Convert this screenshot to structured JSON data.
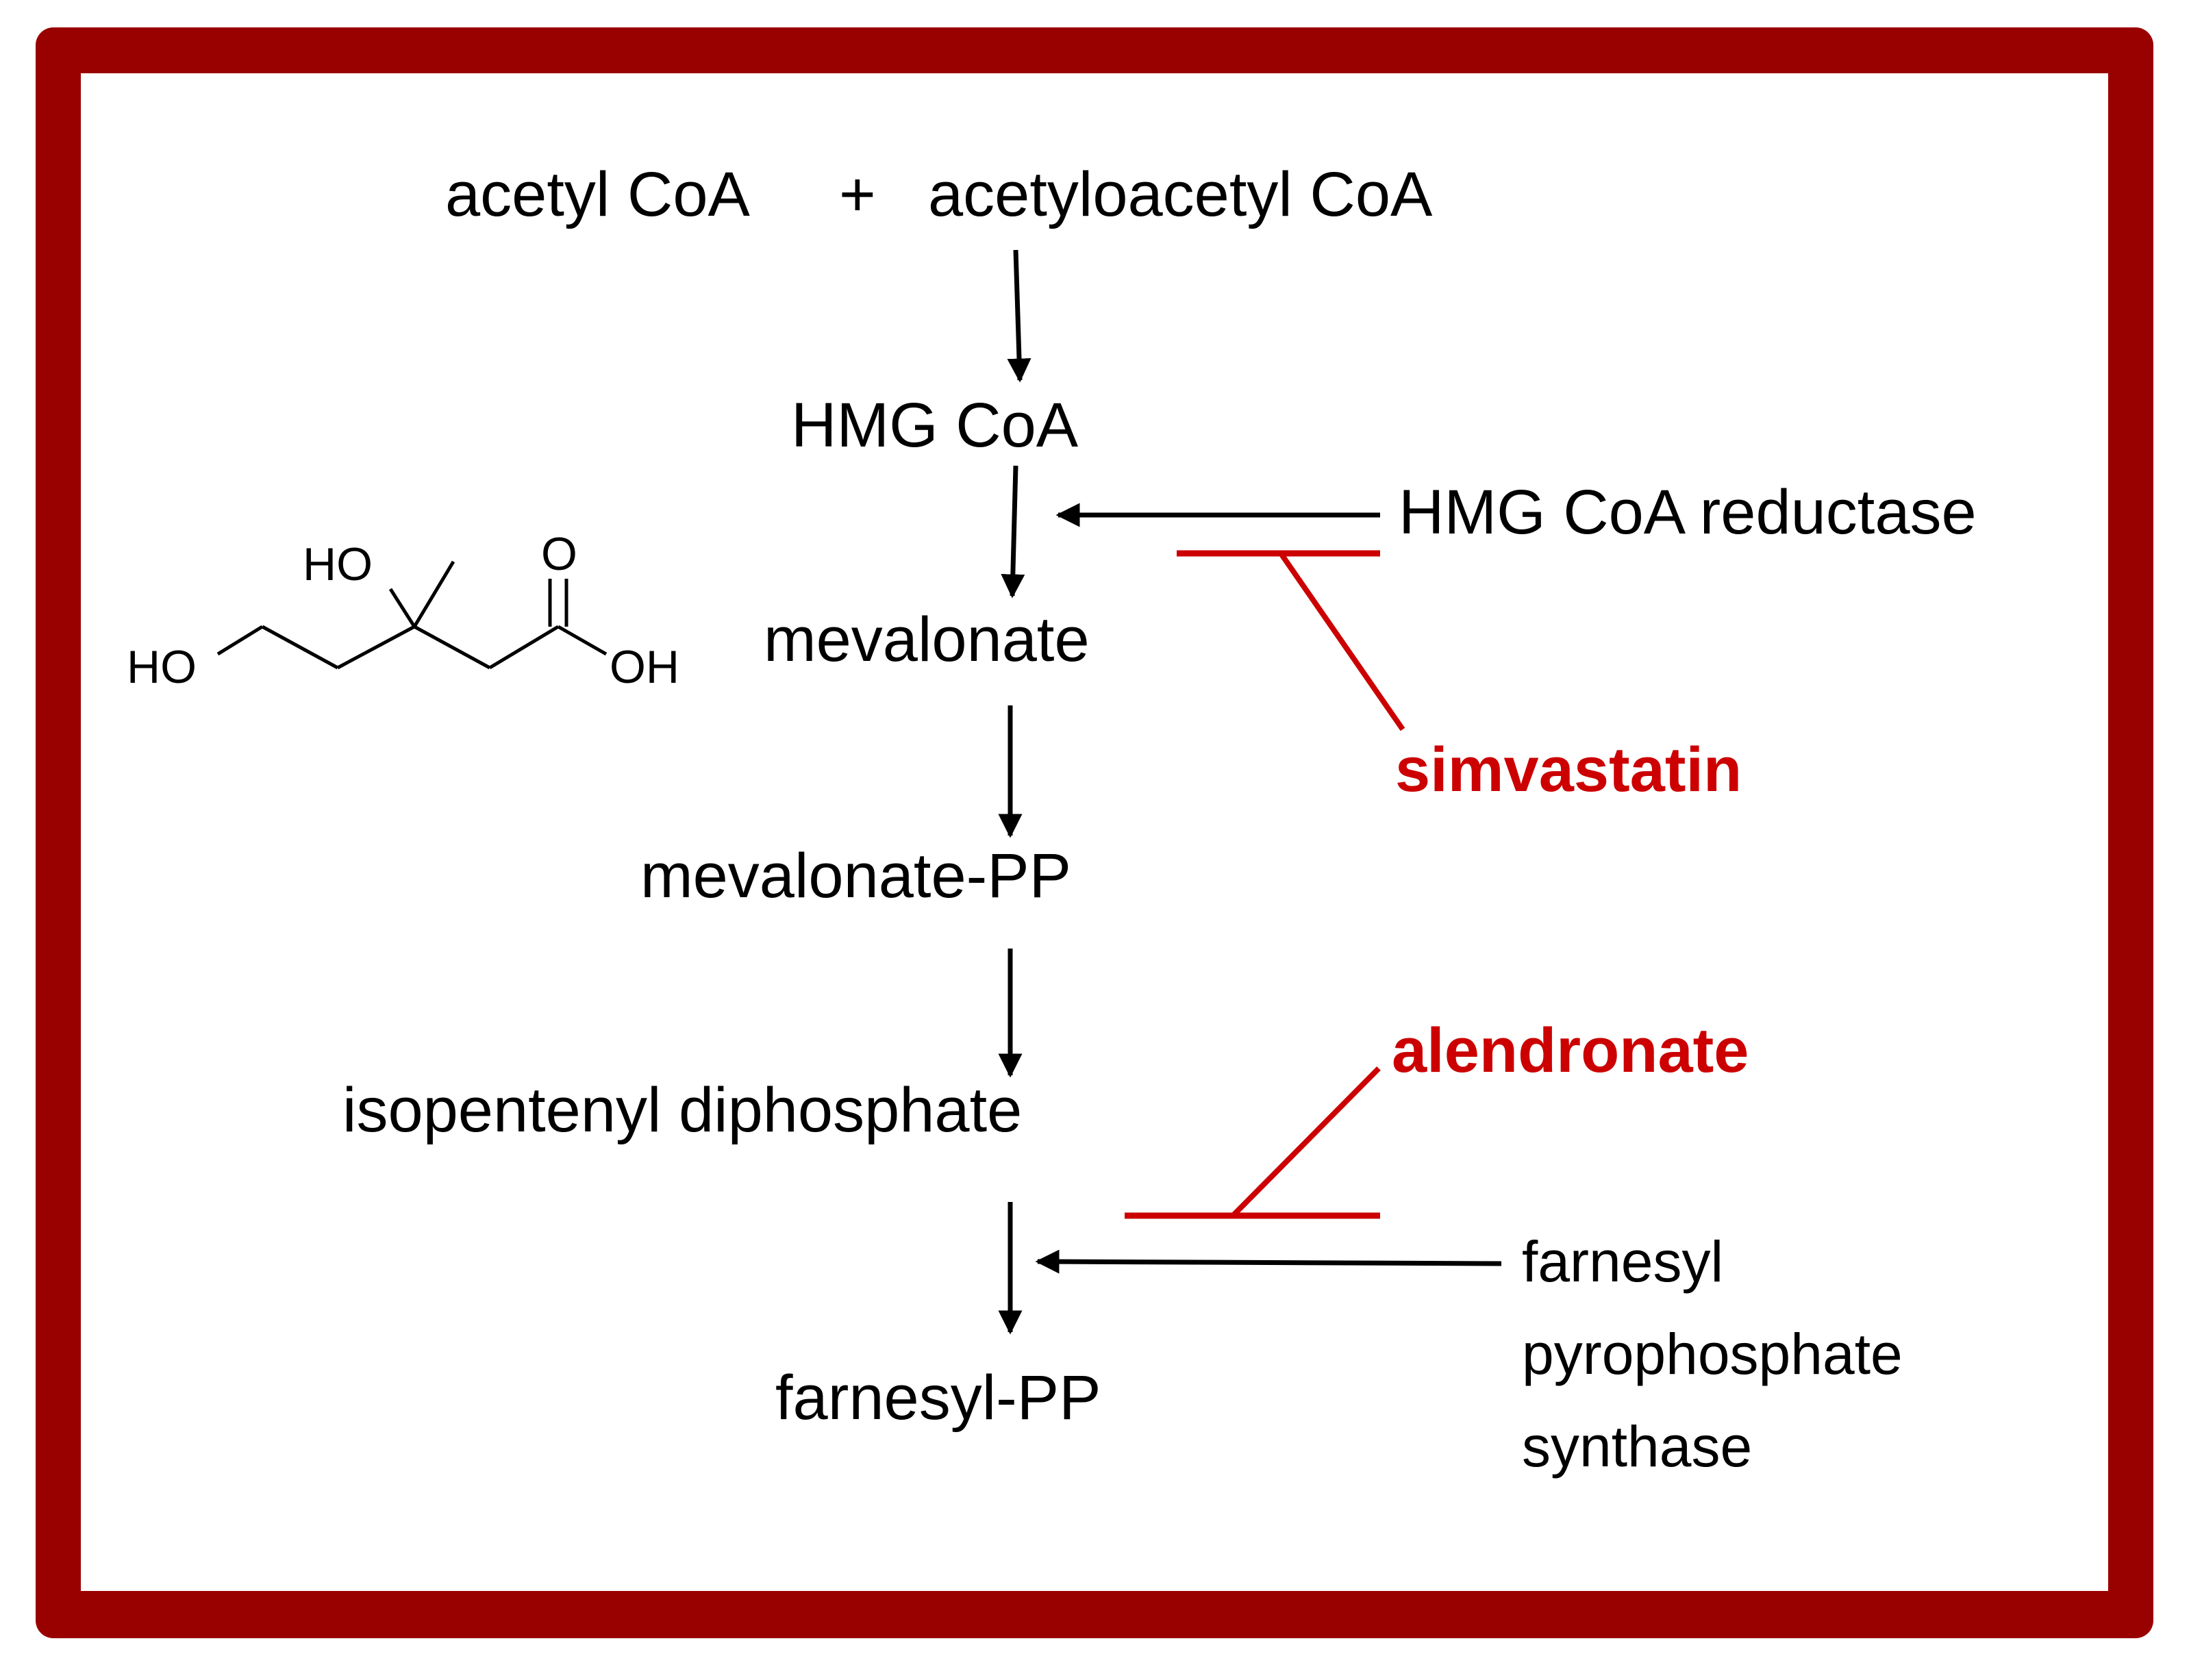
{
  "colors": {
    "frame": "#990000",
    "inhibitor": "#cc0000",
    "text": "#000000",
    "background": "#ffffff"
  },
  "pathway": {
    "substrate_1": "acetyl CoA",
    "plus": "+",
    "substrate_2": "acetyloacetyl CoA",
    "step_hmg": "HMG CoA",
    "step_mevalonate": "mevalonate",
    "step_mevalonate_pp": "mevalonate-PP",
    "step_ipp": "isopentenyl diphosphate",
    "step_farnesyl_pp": "farnesyl-PP"
  },
  "enzymes": {
    "hmg_reductase": "HMG CoA reductase",
    "fpps_line1": "farnesyl",
    "fpps_line2": "pyrophosphate",
    "fpps_line3": "synthase"
  },
  "inhibitors": {
    "statin": "simvastatin",
    "bisphosphonate": "alendronate"
  },
  "structure": {
    "atom_ho_top": "HO",
    "atom_o": "O",
    "atom_ho_left": "HO",
    "atom_oh": "OH"
  }
}
